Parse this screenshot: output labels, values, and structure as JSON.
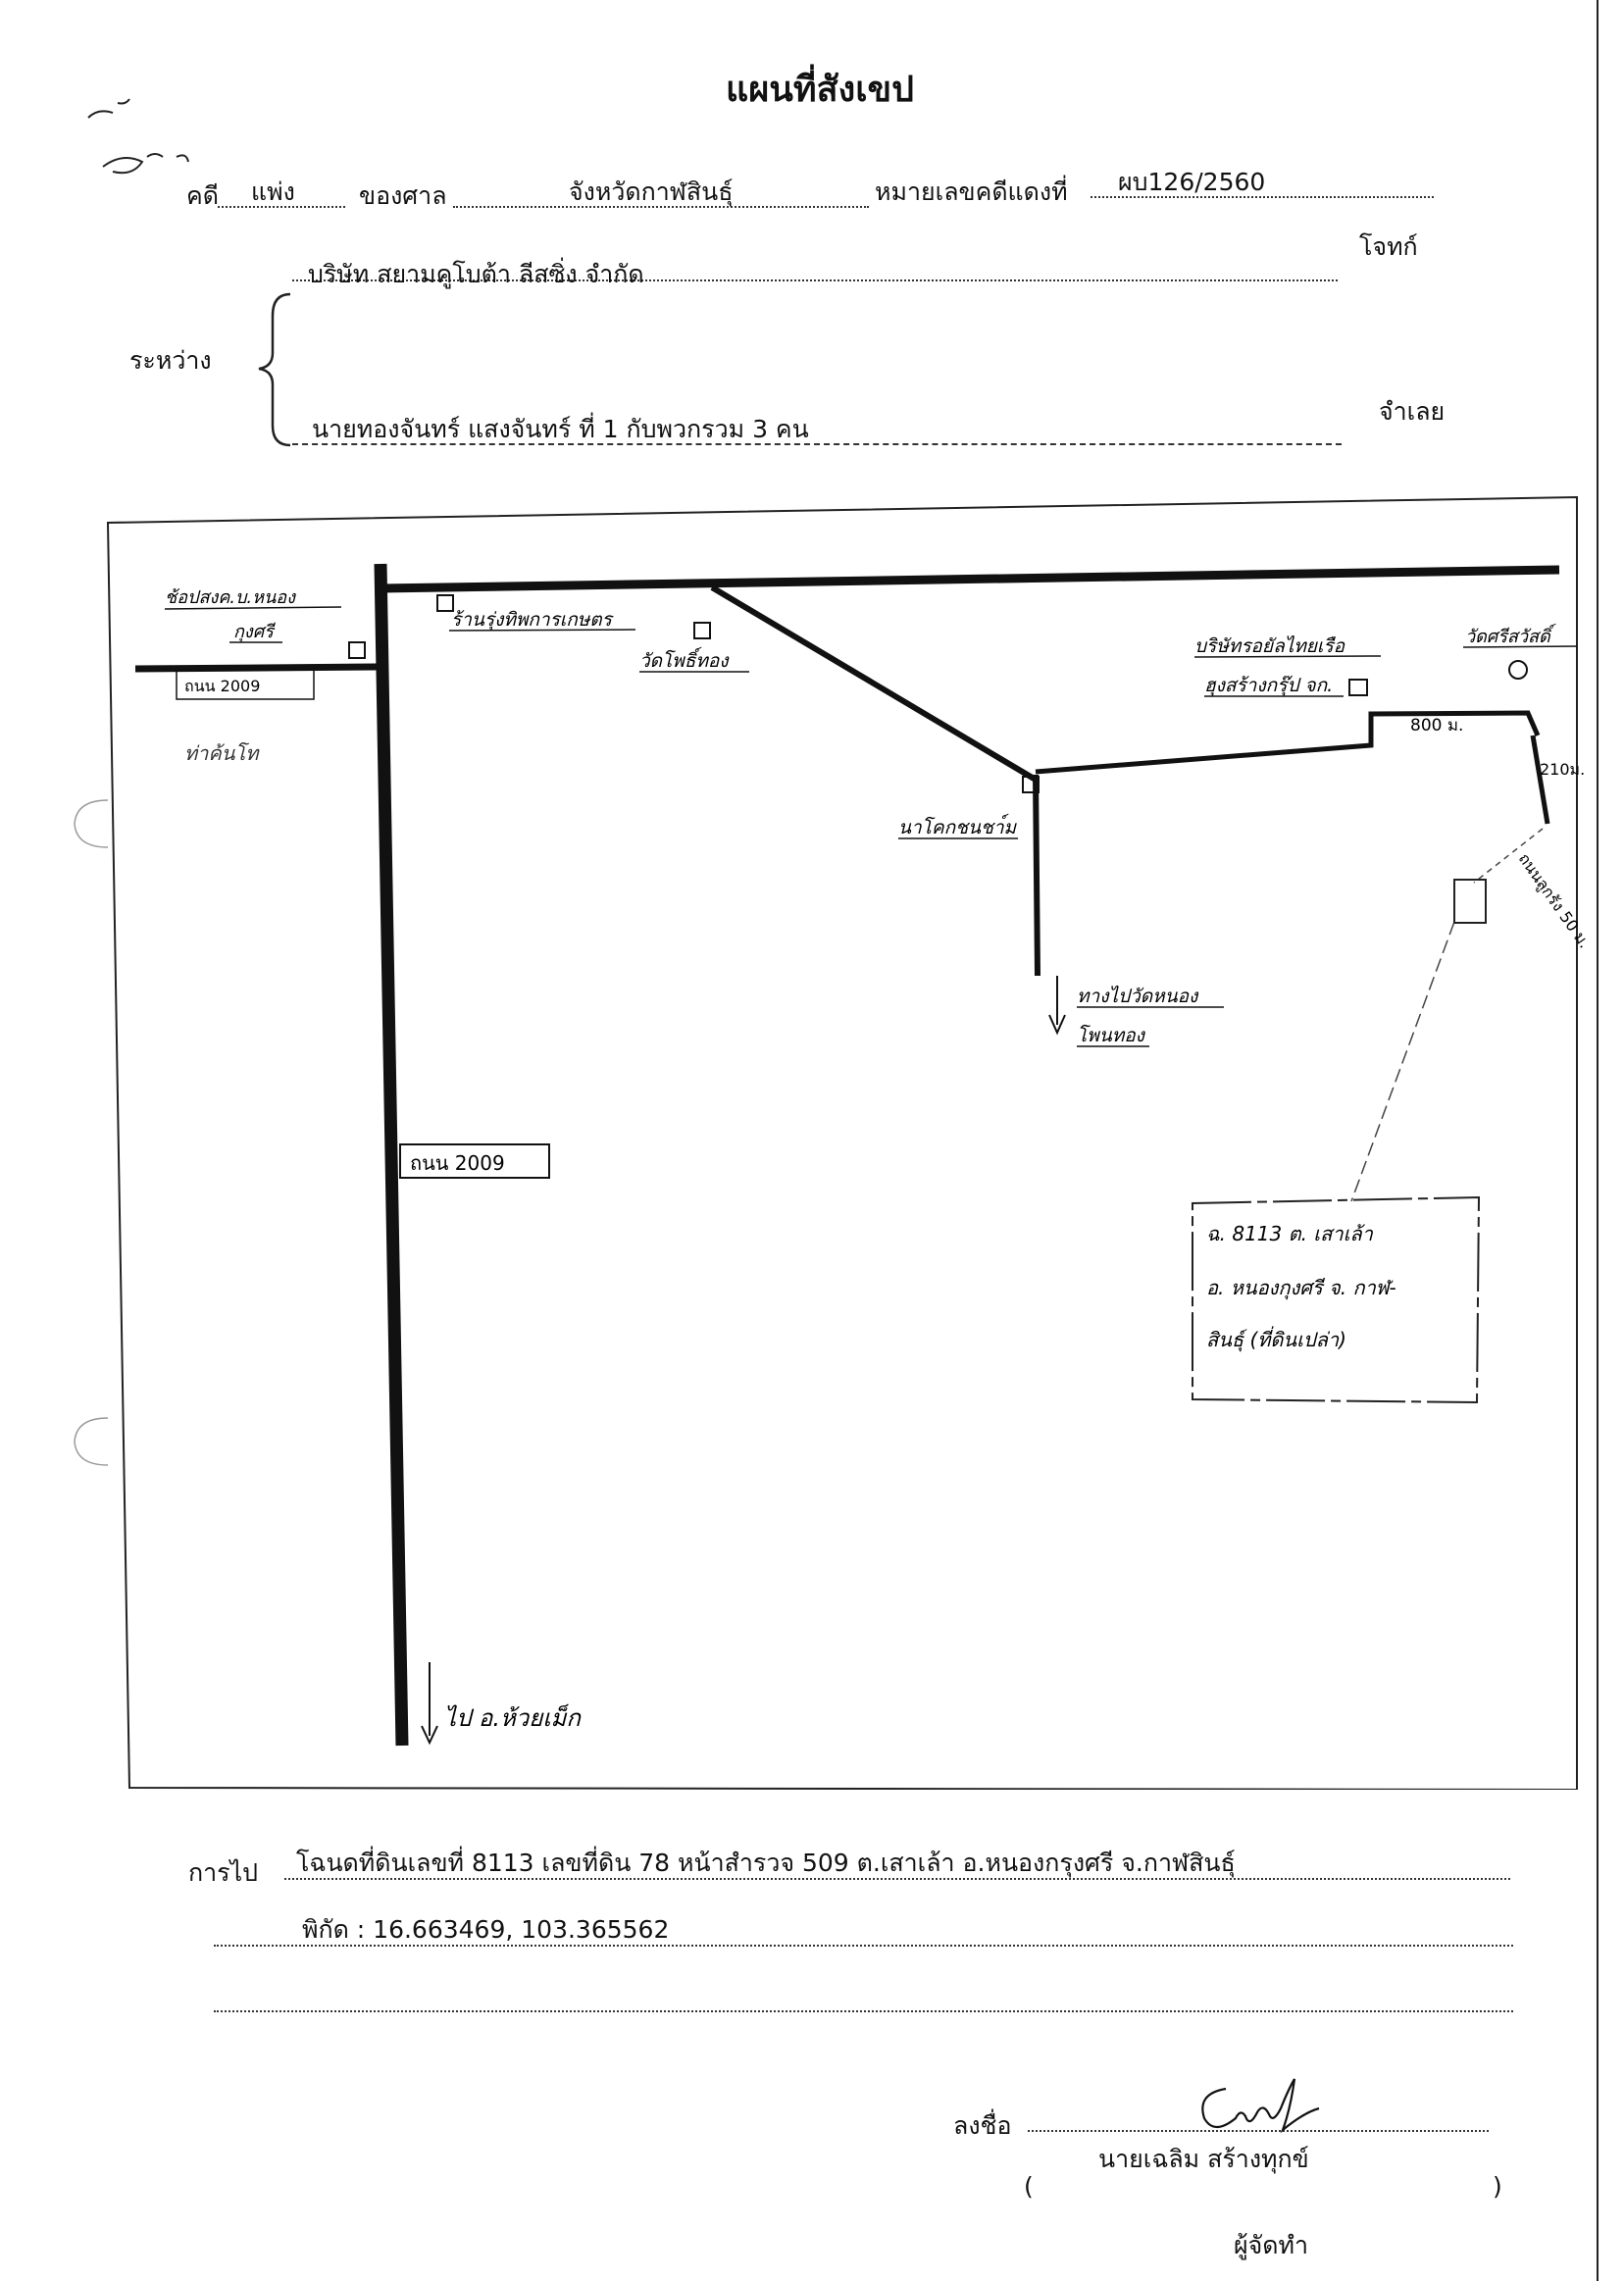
{
  "header": {
    "title": "แผนที่สังเขป",
    "case_label": "คดี",
    "case_type": "แพ่ง",
    "court_label": "ของศาล",
    "court_name": "จังหวัดกาฬสินธุ์",
    "red_number_label": "หมายเลขคดีแดงที่",
    "red_number": "ผบ126/2560"
  },
  "parties": {
    "between_label": "ระหว่าง",
    "plaintiff_name": "บริษัท สยามคูโบต้า ลีสซิ่ง จำกัด",
    "plaintiff_role": "โจทก์",
    "defendant_name": "นายทองจันทร์ แสงจันทร์ ที่ 1 กับพวกรวม 3 คน",
    "defendant_role": "จำเลย"
  },
  "map": {
    "road_main_label": "ถนน 2009",
    "road_main_top_label": "ถนน 2009",
    "store_top_left": "ช้อปสงค.บ.หนอง",
    "store_top_left_2": "กุงศรี",
    "side_note": "ท่าค้นโท",
    "shop_label": "ร้านรุ่งทิพการเกษตร",
    "temple_label": "วัดโพธิ์ทอง",
    "company_label": "บริษัทรอยัลไทยเรือ",
    "company_label_2": "ฮุงสร้างกรุ๊ป จก.",
    "temple_right_label": "วัดศรีสวัสดิ์",
    "farm_label": "นาโคกชนชา์ม",
    "dist_800": "800 ม.",
    "dist_210": "210ม.",
    "dist_50": "ถนนลูกรัง 50 ม.",
    "to_village_label": "ทางไปวัดหนอง",
    "to_village_label_2": "โพนทอง",
    "to_district_label": "ไป อ.ห้วยเม็ก",
    "parcel_line1": "ฉ. 8113   ต. เสาเล้า",
    "parcel_line2": "อ. หนองกุงศรี  จ. กาฬ-",
    "parcel_line3": "สินธุ์ (ที่ดินเปล่า)"
  },
  "footer": {
    "route_label": "การไป",
    "route_text": "โฉนดที่ดินเลขที่ 8113 เลขที่ดิน 78 หน้าสำรวจ 509 ต.เสาเล้า อ.หนองกรุงศรี จ.กาฬสินธุ์",
    "coords_text": "พิกัด : 16.663469, 103.365562",
    "sign_label": "ลงชื่อ",
    "signer_name": "นายเฉลิม สร้างทุกข์",
    "paren_open": "(",
    "paren_close": ")",
    "role_label": "ผู้จัดทำ"
  }
}
